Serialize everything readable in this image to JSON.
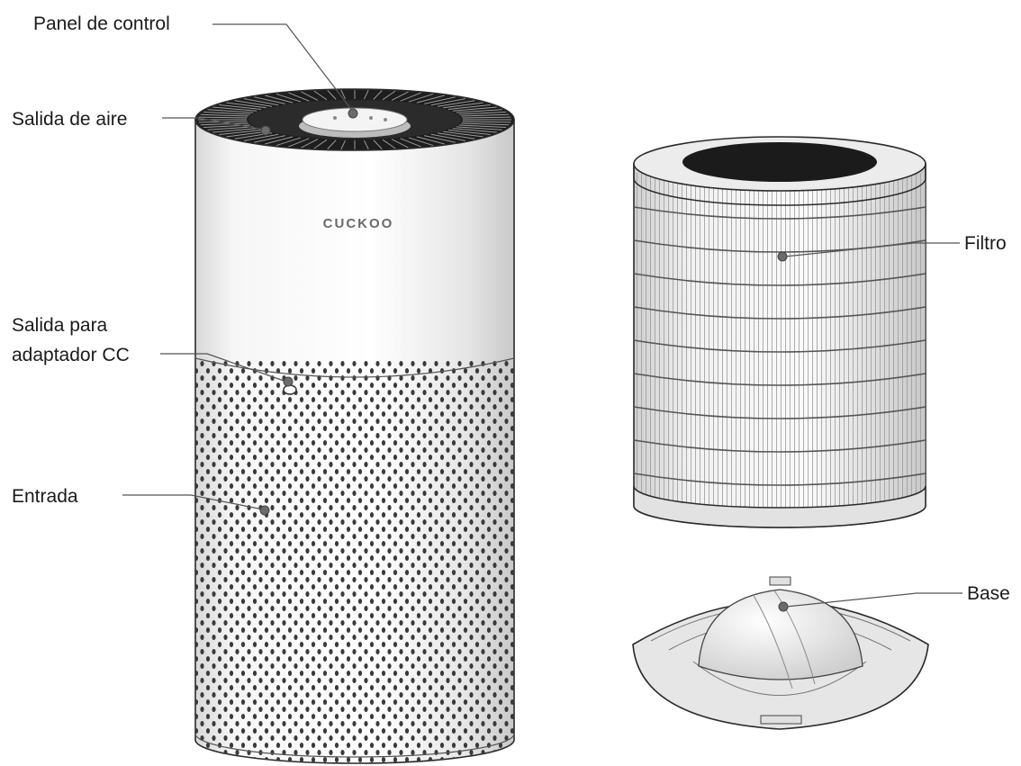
{
  "labels": {
    "control_panel": "Panel de control",
    "air_outlet": "Salida de aire",
    "dc_outlet_line1": "Salida para",
    "dc_outlet_line2": "adaptador CC",
    "inlet": "Entrada",
    "filter": "Filtro",
    "base": "Base"
  },
  "brand": "CUCKOO"
}
